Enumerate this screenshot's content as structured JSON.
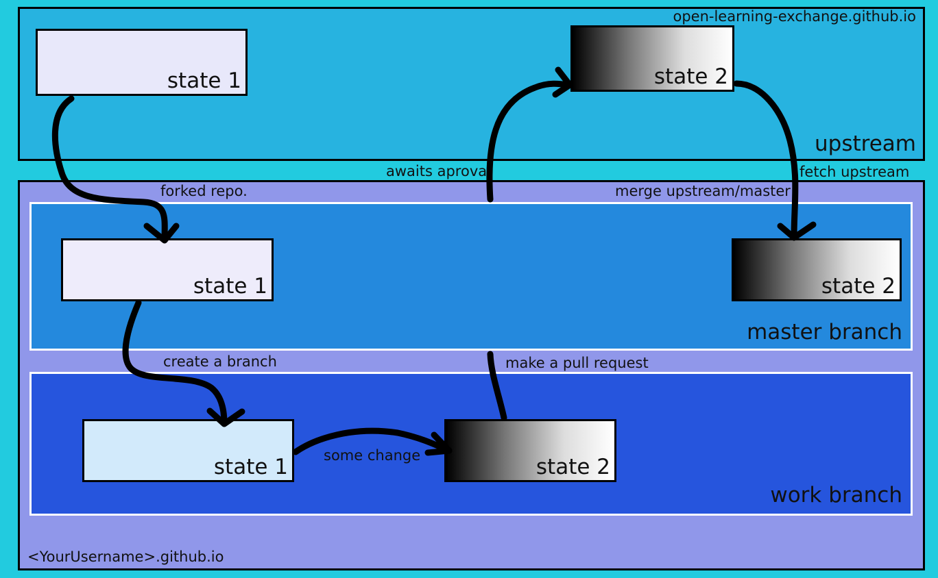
{
  "upstream": {
    "host": "open-learning-exchange.github.io",
    "label": "upstream",
    "state_1": "state 1",
    "state_2": "state 2"
  },
  "fork": {
    "host": "<YourUsername>.github.io"
  },
  "master": {
    "label": "master branch",
    "state_1": "state 1",
    "state_2": "state 2"
  },
  "work": {
    "label": "work branch",
    "state_1": "state 1",
    "state_2": "state 2"
  },
  "edges": {
    "forked": "forked repo.",
    "create_branch": "create a branch",
    "some_change": "some change",
    "pull_request": "make a pull request",
    "awaits": "awaits aproval",
    "fetch": "fetch upstream",
    "merge": "merge upstream/master"
  },
  "colors": {
    "background": "#22cbdf",
    "upstream_panel": "#27b3e0",
    "fork_panel": "#9097ea",
    "master_panel": "#2489dd",
    "work_panel": "#2655dd"
  }
}
